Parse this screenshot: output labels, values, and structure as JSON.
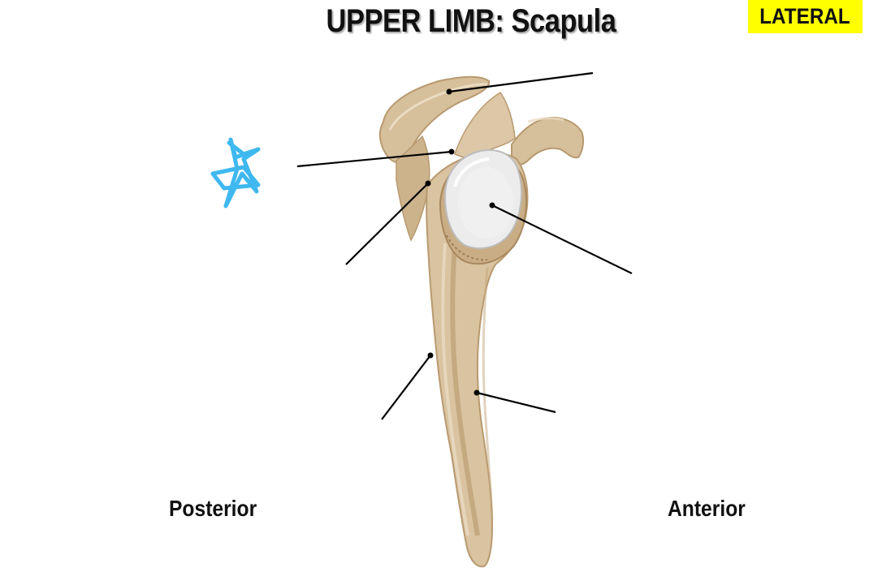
{
  "title": "UPPER LIMB: Scapula",
  "view_label": "LATERAL",
  "orientation": {
    "left": "Posterior",
    "right": "Anterior"
  },
  "colors": {
    "badge": "#ffff00",
    "bone": "#d9c3a0",
    "bone_shadow": "#b89a70",
    "glenoid_cartilage": "#eeeeee",
    "star_mark": "#3fb8f0",
    "leader_line": "#000000"
  },
  "leader_lines": [
    {
      "id": "acromion",
      "label": ""
    },
    {
      "id": "spine-base",
      "label": ""
    },
    {
      "id": "infraglenoid-tubercle",
      "label": ""
    },
    {
      "id": "glenoid-cavity",
      "label": ""
    },
    {
      "id": "lateral-border",
      "label": ""
    },
    {
      "id": "subscapular-fossa",
      "label": ""
    }
  ],
  "annotation_mark": "star-mark"
}
